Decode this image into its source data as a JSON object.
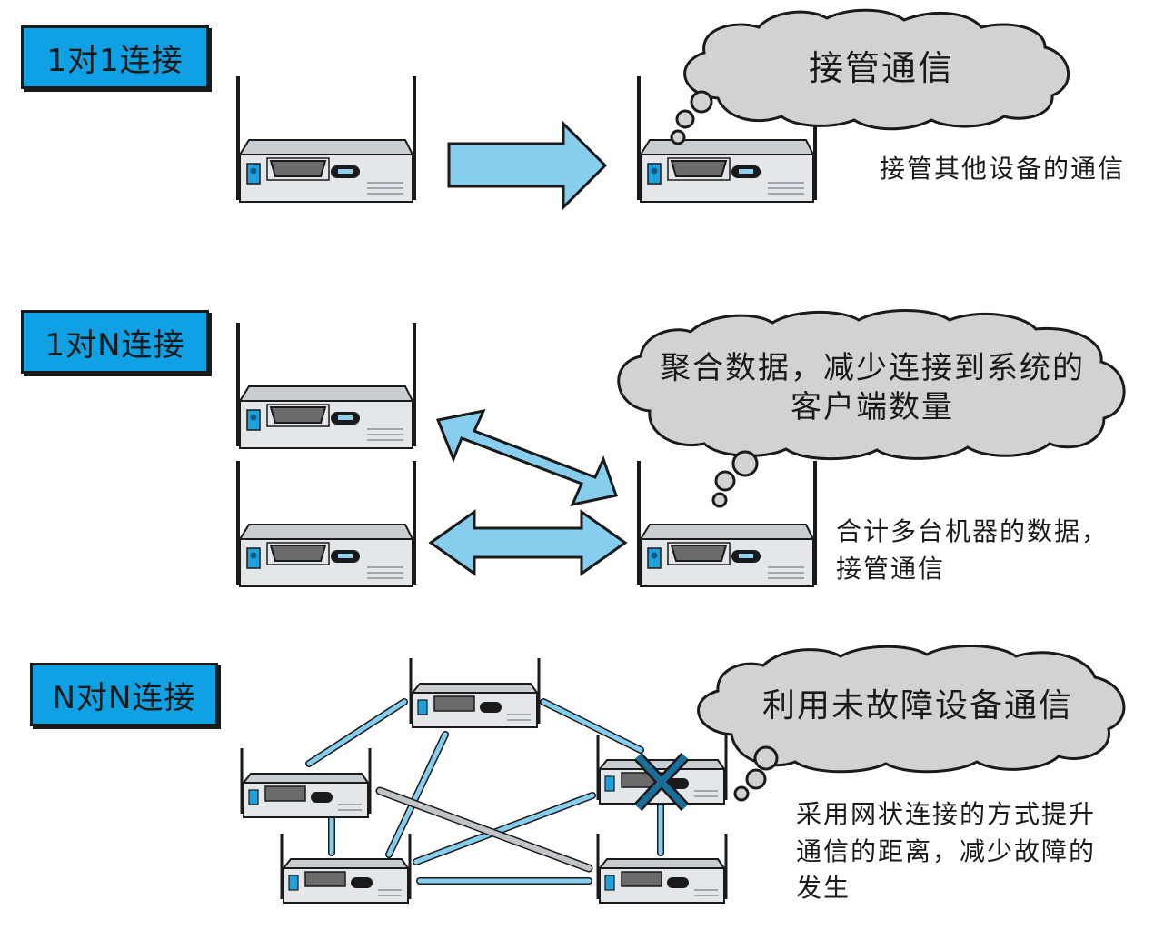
{
  "colors": {
    "label_bg": "#0fa1e4",
    "arrow_fill": "#87cdee",
    "cloud_fill": "#d2d2d2",
    "cross": "#1a6e9a"
  },
  "sections": [
    {
      "label": "1对1连接",
      "cloud": "接管通信",
      "note_lines": [
        "接管其他设备的通信"
      ]
    },
    {
      "label": "1对N连接",
      "cloud_lines": [
        "聚合数据，减少连接到系统的",
        "客户端数量"
      ],
      "note_lines": [
        "合计多台机器的数据，",
        "接管通信"
      ]
    },
    {
      "label": "N对N连接",
      "cloud": "利用未故障设备通信",
      "note_lines": [
        "采用网状连接的方式提升",
        "通信的距离，减少故障的",
        "发生"
      ]
    }
  ]
}
